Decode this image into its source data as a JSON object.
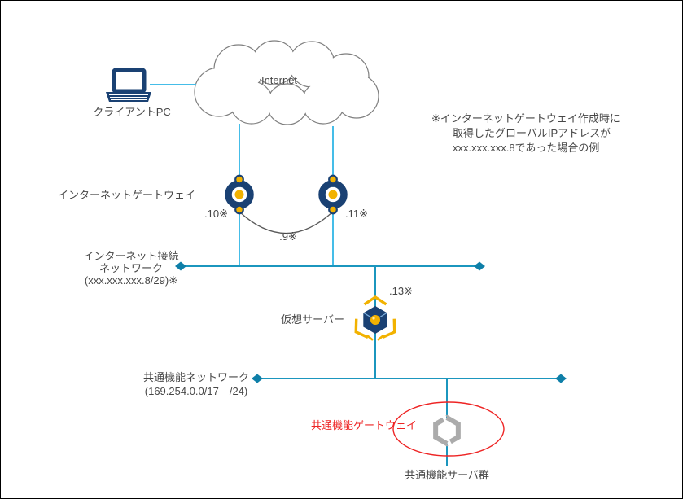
{
  "colors": {
    "line_light": "#45bde8",
    "line_teal": "#1b96be",
    "diamond": "#0e7fa8",
    "navy": "#1a4173",
    "gold": "#f2b200",
    "icon_gray": "#ababab",
    "text": "#474747",
    "accent_red": "#ee2424",
    "outline_gray": "#7f7f7f",
    "arc_gray": "#595959"
  },
  "diagram": {
    "client_pc_label": "クライアントPC",
    "internet_label": "Internet",
    "internet_gateway_label": "インターネットゲートウェイ",
    "gateway_left_ip": ".10※",
    "gateway_right_ip": ".11※",
    "gateway_shared_ip": ".9※",
    "note_line1": "※インターネットゲートウェイ作成時に",
    "note_line2": "取得したグローバルIPアドレスが",
    "note_line3": "xxx.xxx.xxx.8であった場合の例",
    "internet_network_line1": "インターネット接続",
    "internet_network_line2": "ネットワーク",
    "internet_network_line3": "(xxx.xxx.xxx.8/29)※",
    "virtual_server_ip": ".13※",
    "virtual_server_label": "仮想サーバー",
    "common_network_line1": "共通機能ネットワーク",
    "common_network_line2": "(169.254.0.0/17　/24)",
    "common_gateway_label": "共通機能ゲートウェイ",
    "common_servers_label": "共通機能サーバ群"
  }
}
